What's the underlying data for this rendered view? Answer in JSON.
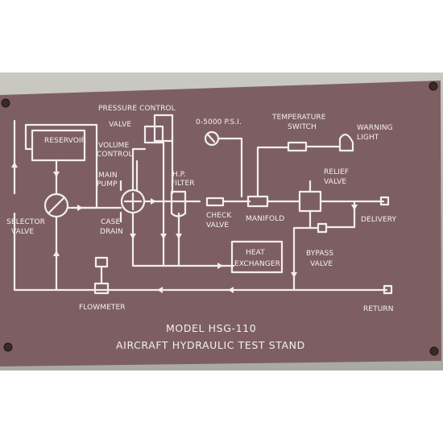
{
  "plate": {
    "model": "MODEL HSG-110",
    "title": "AIRCRAFT HYDRAULIC TEST STAND"
  },
  "labels": {
    "pressure_control": "PRESSURE CONTROL",
    "valve": "VALVE",
    "reservoir": "RESERVOIR",
    "gauge": "0-5000 P.S.I.",
    "temperature": "TEMPERATURE",
    "switch": "SWITCH",
    "warning": "WARNING",
    "light": "LIGHT",
    "volume": "VOLUME",
    "control": "CONTROL",
    "main": "MAIN",
    "pump": "PUMP",
    "hp": "H.P.",
    "filter": "FILTER",
    "relief": "RELIEF",
    "relief_valve": "VALVE",
    "selector": "SELECTOR",
    "selector_valve": "VALVE",
    "case": "CASE",
    "drain": "DRAIN",
    "check": "CHECK",
    "check_valve": "VALVE",
    "manifold": "MANIFOLD",
    "delivery": "DELIVERY",
    "heat": "HEAT",
    "exchanger": "EXCHANGER",
    "bypass": "BYPASS",
    "bypass_valve": "VALVE",
    "flowmeter": "FLOWMETER",
    "return": "RETURN"
  }
}
